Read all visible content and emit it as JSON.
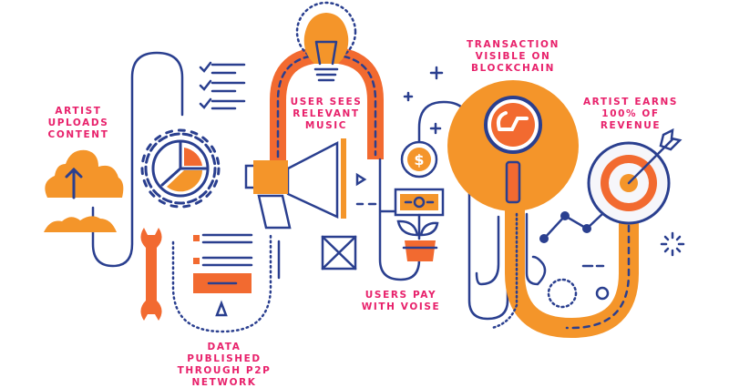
{
  "colors": {
    "blue": "#2a3f8f",
    "orange": "#f4952a",
    "dark_orange": "#f26a30",
    "pink": "#e8216b"
  },
  "steps": [
    {
      "lines": [
        "ARTIST",
        "UPLOADS",
        "CONTENT"
      ],
      "icon": "cloud-upload-icon"
    },
    {
      "lines": [
        "DATA",
        "PUBLISHED",
        "THROUGH P2P",
        "NETWORK"
      ],
      "icon": "document-icon"
    },
    {
      "lines": [
        "USER SEES",
        "RELEVANT",
        "MUSIC"
      ],
      "icon": "megaphone-icon"
    },
    {
      "lines": [
        "USERS PAY",
        "WITH VOISE"
      ],
      "icon": "coin-icon"
    },
    {
      "lines": [
        "TRANSACTION",
        "VISIBLE ON",
        "BLOCKCHAIN"
      ],
      "icon": "magnifier-icon"
    },
    {
      "lines": [
        "ARTIST EARNS",
        "100% OF",
        "REVENUE"
      ],
      "icon": "target-icon"
    }
  ]
}
